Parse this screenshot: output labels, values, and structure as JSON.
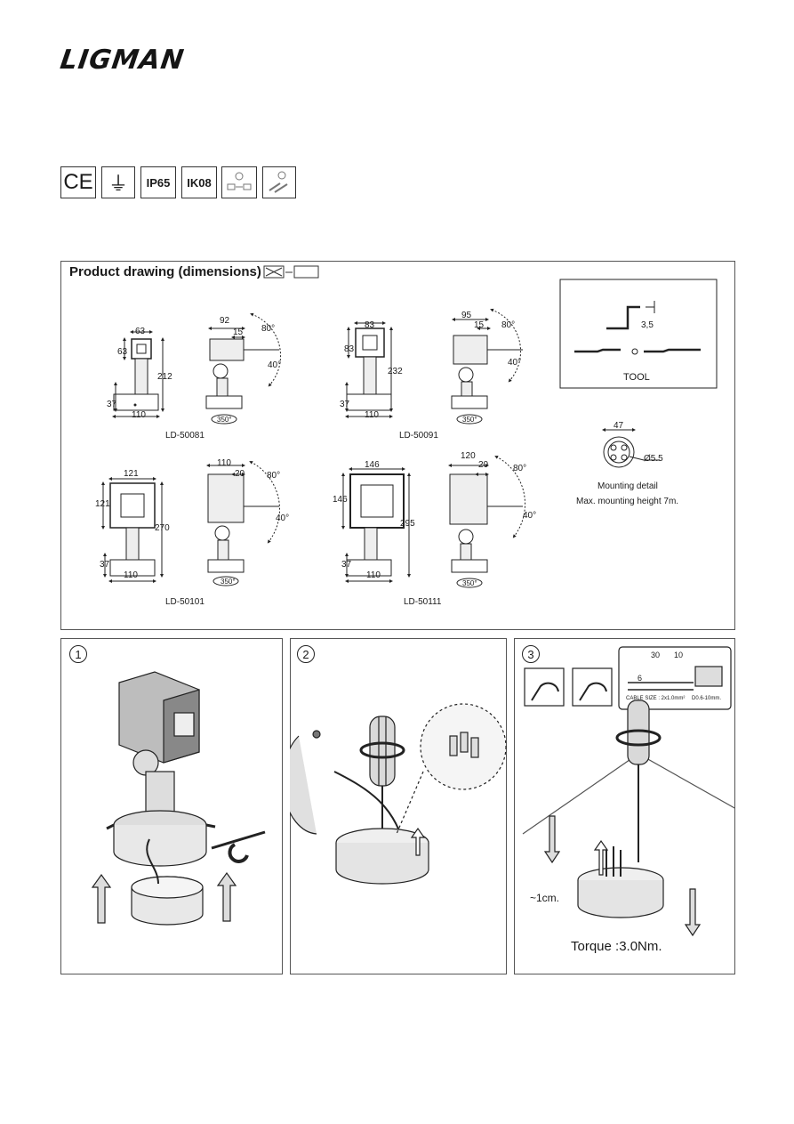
{
  "brand": {
    "logo_text": "LIGMAN"
  },
  "certifications": [
    "CE",
    "⏚",
    "IP65",
    "IK08",
    "",
    ""
  ],
  "drawing": {
    "title": "Product drawing (dimensions)",
    "products": [
      {
        "model": "LD-50081",
        "front_w": "63",
        "front_h": "63",
        "total_h": "212",
        "base_h": "37",
        "base_w": "110",
        "side_depth": "92",
        "side_off": "15",
        "rot": "350°",
        "tilt_up": "80°",
        "tilt_down": "40°"
      },
      {
        "model": "LD-50091",
        "front_w": "83",
        "front_h": "83",
        "total_h": "232",
        "base_h": "37",
        "base_w": "110",
        "side_depth": "95",
        "side_off": "15",
        "rot": "350°",
        "tilt_up": "80°",
        "tilt_down": "40°"
      },
      {
        "model": "LD-50101",
        "front_w": "121",
        "front_h": "121",
        "total_h": "270",
        "base_h": "37",
        "base_w": "110",
        "side_depth": "110",
        "side_off": "20",
        "rot": "350°",
        "tilt_up": "80°",
        "tilt_down": "40°"
      },
      {
        "model": "LD-50111",
        "front_w": "146",
        "front_h": "146",
        "total_h": "295",
        "base_h": "37",
        "base_w": "110",
        "side_depth": "120",
        "side_off": "20",
        "rot": "350°",
        "tilt_up": "80°",
        "tilt_down": "40°"
      }
    ],
    "tool": {
      "label": "TOOL",
      "hex_size": "3,5"
    },
    "mounting": {
      "dim": "47",
      "hole": "Ø5.5",
      "label": "Mounting detail",
      "max_height": "Max. mounting height 7m."
    }
  },
  "steps": [
    {
      "num": "1"
    },
    {
      "num": "2"
    },
    {
      "num": "3",
      "strip_a": "30",
      "strip_b": "10",
      "strip_c": "6",
      "cable_size": "CABLE SIZE : 2x1.0mm²",
      "cable_dia": "D0.6-10mm.",
      "depth": "~1cm.",
      "torque": "Torque :3.0Nm."
    }
  ]
}
